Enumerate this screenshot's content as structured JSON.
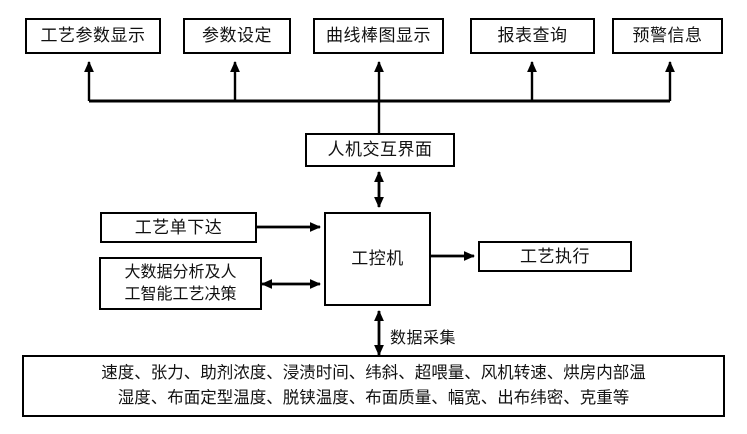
{
  "diagram": {
    "title_nodes": {
      "top_row": [
        {
          "id": "process-parameter-display",
          "label": "工艺参数显示"
        },
        {
          "id": "parameter-setting",
          "label": "参数设定"
        },
        {
          "id": "curve-bar-chart-display",
          "label": "曲线棒图显示"
        },
        {
          "id": "report-query",
          "label": "报表查询"
        },
        {
          "id": "early-warning-info",
          "label": "预警信息"
        }
      ],
      "hmi": {
        "id": "human-machine-interface",
        "label": "人机交互界面"
      },
      "industrial-computer": {
        "id": "industrial-computer",
        "label": "工控机"
      },
      "process-order-issue": {
        "id": "process-order-issue",
        "label": "工艺单下达"
      },
      "big-data-decision": {
        "id": "big-data-decision",
        "line1": "大数据分析及人",
        "line2": "工智能工艺决策"
      },
      "process-execution": {
        "id": "process-execution",
        "label": "工艺执行"
      },
      "sensor-list": {
        "id": "sensor-parameter-list",
        "line1": "速度、张力、助剂浓度、浸渍时间、纬斜、超喂量、风机转速、烘房内部温",
        "line2": "湿度、布面定型温度、脱铗温度、布面质量、幅宽、出布纬密、克重等"
      }
    },
    "edge_labels": {
      "data-acquisition": "数据采集"
    },
    "colors": {
      "stroke": "#000000",
      "background": "#ffffff",
      "text": "#111111"
    }
  }
}
